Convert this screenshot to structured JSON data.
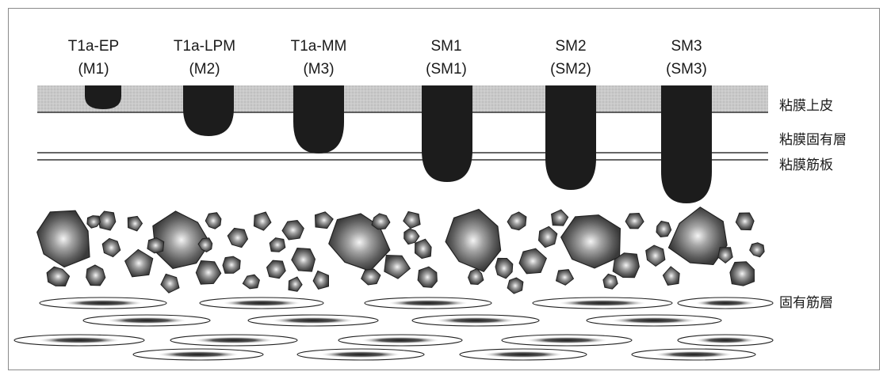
{
  "stages": [
    {
      "id": "t1a-ep",
      "label": "T1a-EP",
      "sublabel": "(M1)"
    },
    {
      "id": "t1a-lpm",
      "label": "T1a-LPM",
      "sublabel": "(M2)"
    },
    {
      "id": "t1a-mm",
      "label": "T1a-MM",
      "sublabel": "(M3)"
    },
    {
      "id": "sm1",
      "label": "SM1",
      "sublabel": "(SM1)"
    },
    {
      "id": "sm2",
      "label": "SM2",
      "sublabel": "(SM2)"
    },
    {
      "id": "sm3",
      "label": "SM3",
      "sublabel": "(SM3)"
    }
  ],
  "layers": {
    "epithelium": "粘膜上皮",
    "lamina_propria": "粘膜固有層",
    "muscularis_mucosae": "粘膜筋板",
    "muscularis_propria": "固有筋層"
  },
  "colors": {
    "epithelium_band": "#cfcfcf",
    "tumor": "#1c1c1c",
    "cell_outer": "#2a2a2a",
    "cell_mid": "#6e6e6e",
    "cell_highlight": "#f2f2f2",
    "line": "#333333"
  }
}
